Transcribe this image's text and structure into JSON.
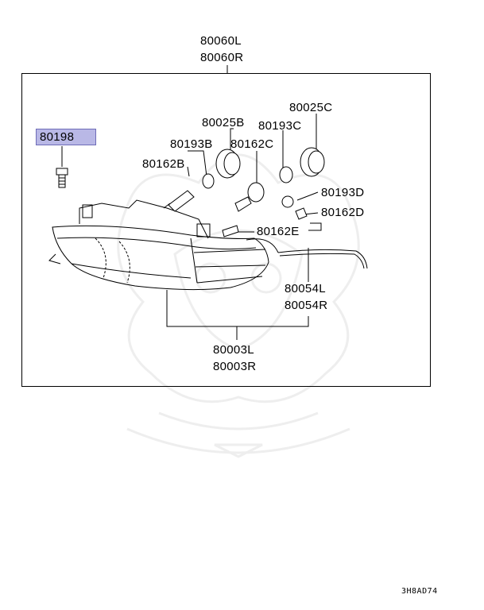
{
  "labels": {
    "housing_left": "80060L",
    "housing_right": "80060R",
    "highlighted_part": "80198",
    "bulb_socket_b": "80025B",
    "bulb_socket_c": "80025C",
    "bulb_193b": "80193B",
    "bulb_193c": "80193C",
    "bulb_162c": "80162C",
    "bulb_162b": "80162B",
    "bulb_193d": "80193D",
    "bulb_162d": "80162D",
    "bulb_162e": "80162E",
    "trim_left": "80054L",
    "trim_right": "80054R",
    "lamp_assy_left": "80003L",
    "lamp_assy_right": "80003R"
  },
  "figure_code": "3H8AD74",
  "colors": {
    "highlight_fill": "#b9b8e6",
    "highlight_border": "#6e6cb8",
    "watermark": "#efefef"
  }
}
